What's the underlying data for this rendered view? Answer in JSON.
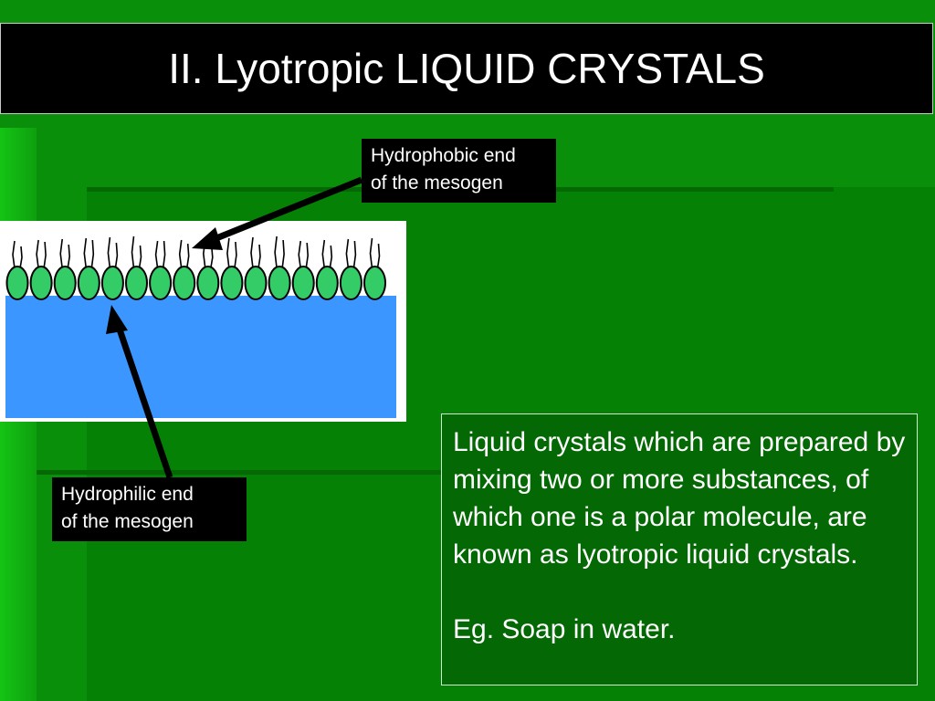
{
  "slide": {
    "title": "II. Lyotropic LIQUID CRYSTALS",
    "label_hydrophobic": {
      "line1": "Hydrophobic end",
      "line2": "of the mesogen"
    },
    "label_hydrophilic": {
      "line1": "Hydrophilic end",
      "line2": "of the mesogen"
    },
    "definition": "Liquid crystals which are prepared by mixing two or more substances, of which one is a polar molecule, are known as lyotropic liquid crystals.",
    "example": "Eg. Soap in water."
  },
  "colors": {
    "background": "#0a8f0a",
    "title_bar": "#000000",
    "water": "#3b97ff",
    "head": "#33cc66",
    "text_box": "#046804"
  }
}
